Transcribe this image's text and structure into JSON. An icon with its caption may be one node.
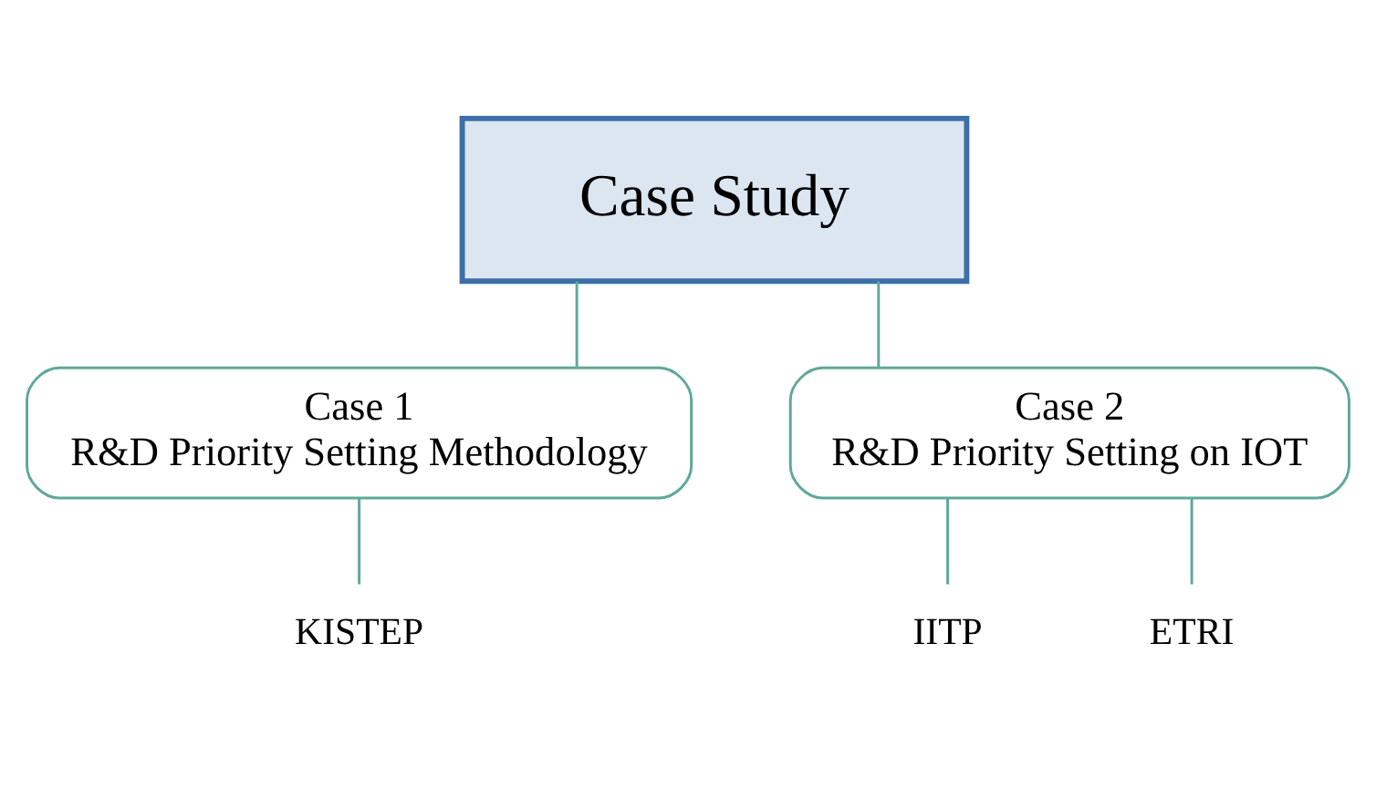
{
  "diagram": {
    "nodes": [
      {
        "text": [
          "Case Study"
        ]
      },
      {
        "text": [
          "Case 1",
          "R&D Priority Setting Methodology"
        ]
      },
      {
        "text": [
          "KISTEP"
        ]
      },
      {
        "text": [
          "Case 2",
          "R&D Priority Setting on IOT"
        ]
      },
      {
        "text": [
          "IITP"
        ]
      },
      {
        "text": [
          "ETRI"
        ]
      }
    ],
    "edges": [
      {
        "from": 0,
        "to": 1,
        "arrow": "none"
      },
      {
        "from": 0,
        "to": 3,
        "arrow": "none"
      },
      {
        "from": 1,
        "to": 2,
        "arrow": "none"
      },
      {
        "from": 3,
        "to": 4,
        "arrow": "none"
      },
      {
        "from": 3,
        "to": 5,
        "arrow": "none"
      }
    ]
  }
}
